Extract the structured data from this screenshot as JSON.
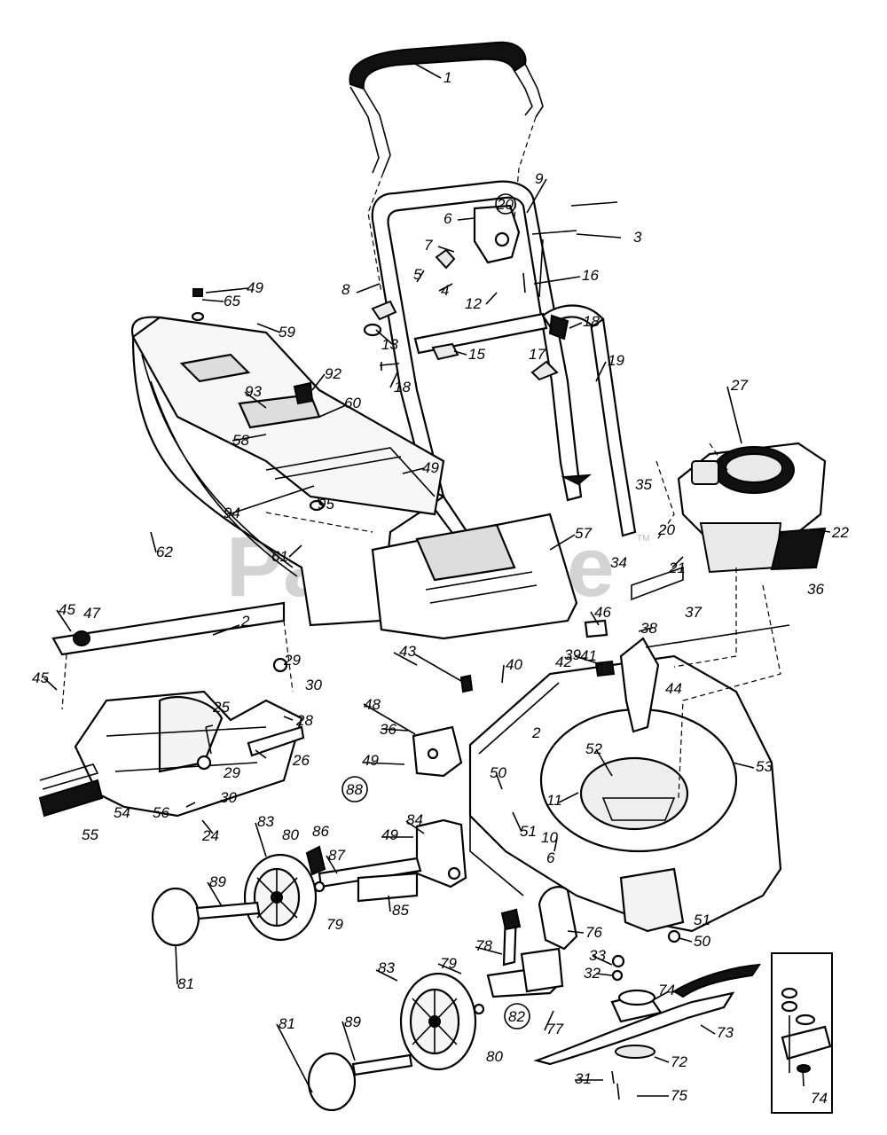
{
  "watermark": "PartsTree",
  "trademark": "TM",
  "callouts": {
    "p1": "1",
    "p2a": "2",
    "p2b": "2",
    "p3": "3",
    "p4": "4",
    "p5": "5",
    "p6a": "6",
    "p6b": "6",
    "p7": "7",
    "p8": "8",
    "p9": "9",
    "p10": "10",
    "p11": "11",
    "p12": "12",
    "p13": "13",
    "p15": "15",
    "p16": "16",
    "p17": "17",
    "p18a": "18",
    "p18b": "18",
    "p19": "19",
    "p20a": "20",
    "p20b": "20",
    "p21": "21",
    "p22": "22",
    "p24": "24",
    "p25": "25",
    "p26": "26",
    "p27": "27",
    "p28": "28",
    "p29a": "29",
    "p29b": "29",
    "p30a": "30",
    "p30b": "30",
    "p31": "31",
    "p32": "32",
    "p33": "33",
    "p34": "34",
    "p35": "35",
    "p36a": "36",
    "p36b": "36",
    "p37": "37",
    "p38": "38",
    "p39": "39",
    "p40": "40",
    "p41": "41",
    "p42": "42",
    "p43": "43",
    "p44": "44",
    "p45a": "45",
    "p45b": "45",
    "p46": "46",
    "p47": "47",
    "p48": "48",
    "p49a": "49",
    "p49b": "49",
    "p49c": "49",
    "p49d": "49",
    "p50a": "50",
    "p50b": "50",
    "p51a": "51",
    "p51b": "51",
    "p52": "52",
    "p53": "53",
    "p54": "54",
    "p55": "55",
    "p56": "56",
    "p57": "57",
    "p58": "58",
    "p59": "59",
    "p60": "60",
    "p61": "61",
    "p62": "62",
    "p65": "65",
    "p72": "72",
    "p73": "73",
    "p74a": "74",
    "p74b": "74",
    "p75": "75",
    "p76": "76",
    "p77": "77",
    "p78": "78",
    "p79a": "79",
    "p79b": "79",
    "p80a": "80",
    "p80b": "80",
    "p81a": "81",
    "p81b": "81",
    "p82": "82",
    "p83a": "83",
    "p83b": "83",
    "p84": "84",
    "p85": "85",
    "p86": "86",
    "p87": "87",
    "p88": "88",
    "p89a": "89",
    "p89b": "89",
    "p92": "92",
    "p93": "93",
    "p94": "94",
    "p95": "95"
  }
}
